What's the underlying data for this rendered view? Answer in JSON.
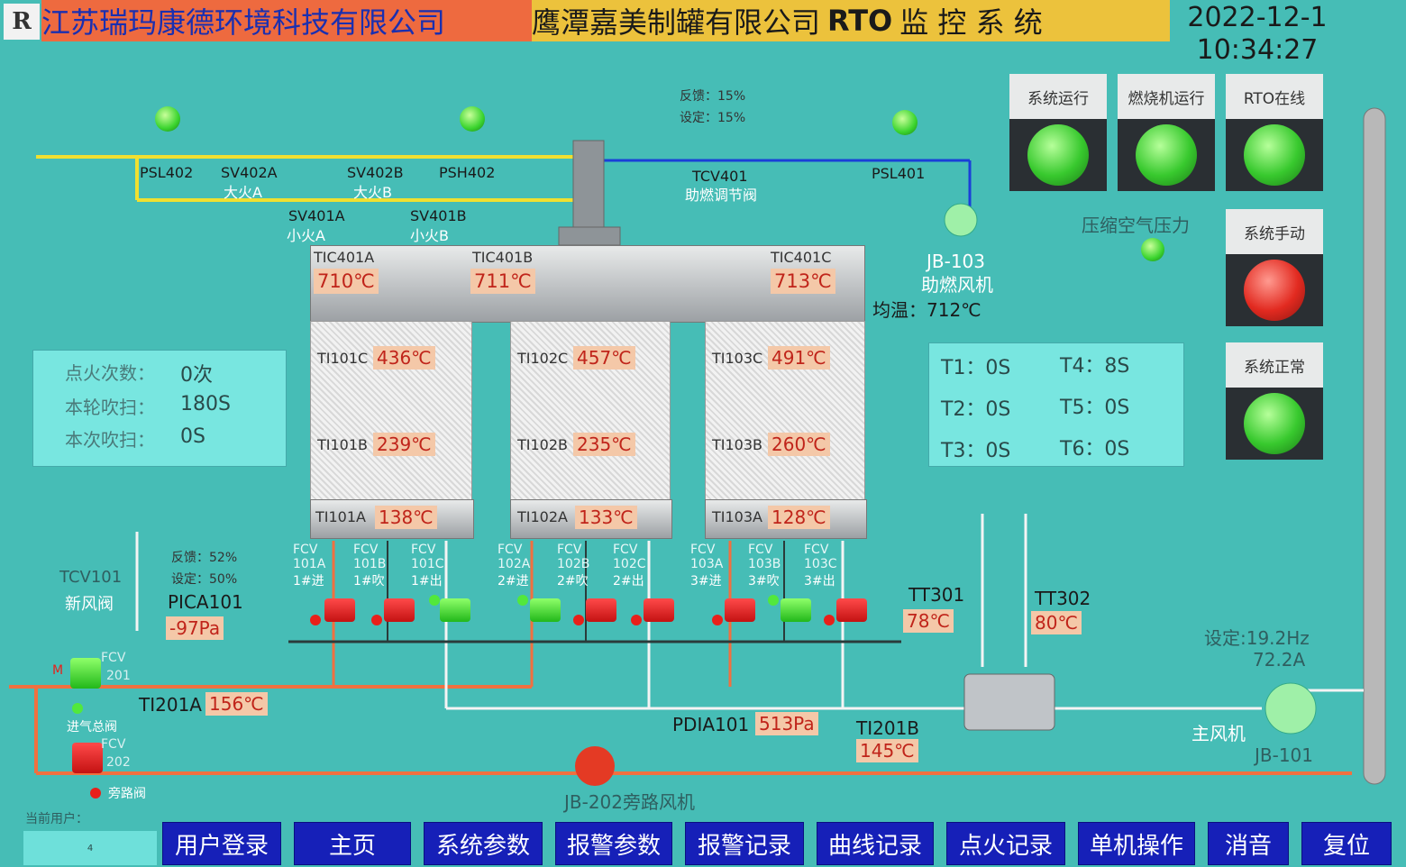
{
  "header": {
    "logo": "R",
    "company": "江苏瑞玛康德环境科技有限公司",
    "client": "鹰潭嘉美制罐有限公司",
    "system_rto": "RTO",
    "system_name": "监 控 系 统",
    "date": "2022-12-1",
    "time": "10:34:27"
  },
  "gas_line": {
    "psl402": "PSL402",
    "sv402a": "SV402A",
    "sv402a_name": "大火A",
    "sv402b": "SV402B",
    "sv402b_name": "大火B",
    "psh402": "PSH402",
    "sv401a": "SV401A",
    "sv401a_name": "小火A",
    "sv401b": "SV401B",
    "sv401b_name": "小火B",
    "psl401": "PSL401"
  },
  "tcv401": {
    "feedback": "反馈：15%",
    "setpoint": "设定：15%",
    "tag": "TCV401",
    "name": "助燃调节阀"
  },
  "blower_jb103": {
    "tag": "JB-103",
    "name": "助燃风机"
  },
  "compressed_air": "压缩空气压力",
  "avg_temp": "均温：712℃",
  "tic": [
    {
      "tag": "TIC401A",
      "value": "710℃"
    },
    {
      "tag": "TIC401B",
      "value": "711℃"
    },
    {
      "tag": "TIC401C",
      "value": "713℃"
    }
  ],
  "beds": [
    {
      "top_tag": "TI101C",
      "top": "436℃",
      "mid_tag": "TI101B",
      "mid": "239℃",
      "bot_tag": "TI101A",
      "bot": "138℃"
    },
    {
      "top_tag": "TI102C",
      "top": "457℃",
      "mid_tag": "TI102B",
      "mid": "235℃",
      "bot_tag": "TI102A",
      "bot": "133℃"
    },
    {
      "top_tag": "TI103C",
      "top": "491℃",
      "mid_tag": "TI103B",
      "mid": "260℃",
      "bot_tag": "TI103A",
      "bot": "128℃"
    }
  ],
  "ignition": {
    "count_label": "点火次数：",
    "count": "0次",
    "round_label": "本轮吹扫：",
    "round": "180S",
    "this_label": "本次吹扫：",
    "this": "0S"
  },
  "timers": {
    "t1": "T1：0S",
    "t2": "T2：0S",
    "t3": "T3：0S",
    "t4": "T4：8S",
    "t5": "T5：0S",
    "t6": "T6：0S"
  },
  "status_lamps": {
    "sys_run": "系统运行",
    "burner_run": "燃烧机运行",
    "rto_online": "RTO在线",
    "sys_manual": "系统手动",
    "sys_normal": "系统正常"
  },
  "fcv": [
    {
      "a": "FCV",
      "b": "101A",
      "c": "1#进"
    },
    {
      "a": "FCV",
      "b": "101B",
      "c": "1#吹"
    },
    {
      "a": "FCV",
      "b": "101C",
      "c": "1#出"
    },
    {
      "a": "FCV",
      "b": "102A",
      "c": "2#进"
    },
    {
      "a": "FCV",
      "b": "102B",
      "c": "2#吹"
    },
    {
      "a": "FCV",
      "b": "102C",
      "c": "2#出"
    },
    {
      "a": "FCV",
      "b": "103A",
      "c": "3#进"
    },
    {
      "a": "FCV",
      "b": "103B",
      "c": "3#吹"
    },
    {
      "a": "FCV",
      "b": "103C",
      "c": "3#出"
    }
  ],
  "tcv101": {
    "tag": "TCV101",
    "name": "新风阀",
    "feedback": "反馈：52%",
    "setpoint": "设定：50%"
  },
  "pica101": {
    "tag": "PICA101",
    "value": "-97Pa"
  },
  "ti201a": {
    "tag": "TI201A",
    "value": "156℃"
  },
  "fcv201": {
    "m": "M",
    "tag": "FCV",
    "num": "201",
    "name": "进气总阀"
  },
  "fcv202": {
    "tag": "FCV",
    "num": "202",
    "name": "旁路阀"
  },
  "pdia101": {
    "tag": "PDIA101",
    "value": "513Pa"
  },
  "ti201b": {
    "tag": "TI201B",
    "value": "145℃"
  },
  "tt301": {
    "tag": "TT301",
    "value": "78℃"
  },
  "tt302": {
    "tag": "TT302",
    "value": "80℃"
  },
  "main_fan": {
    "set": "设定:19.2Hz",
    "current": "72.2A",
    "name": "主风机",
    "tag": "JB-101"
  },
  "bypass_fan": "JB-202旁路风机",
  "current_user_label": "当前用户：",
  "current_user": "4",
  "nav": [
    "用户登录",
    "主页",
    "系统参数",
    "报警参数",
    "报警记录",
    "曲线记录",
    "点火记录",
    "单机操作",
    "消音",
    "复位"
  ]
}
